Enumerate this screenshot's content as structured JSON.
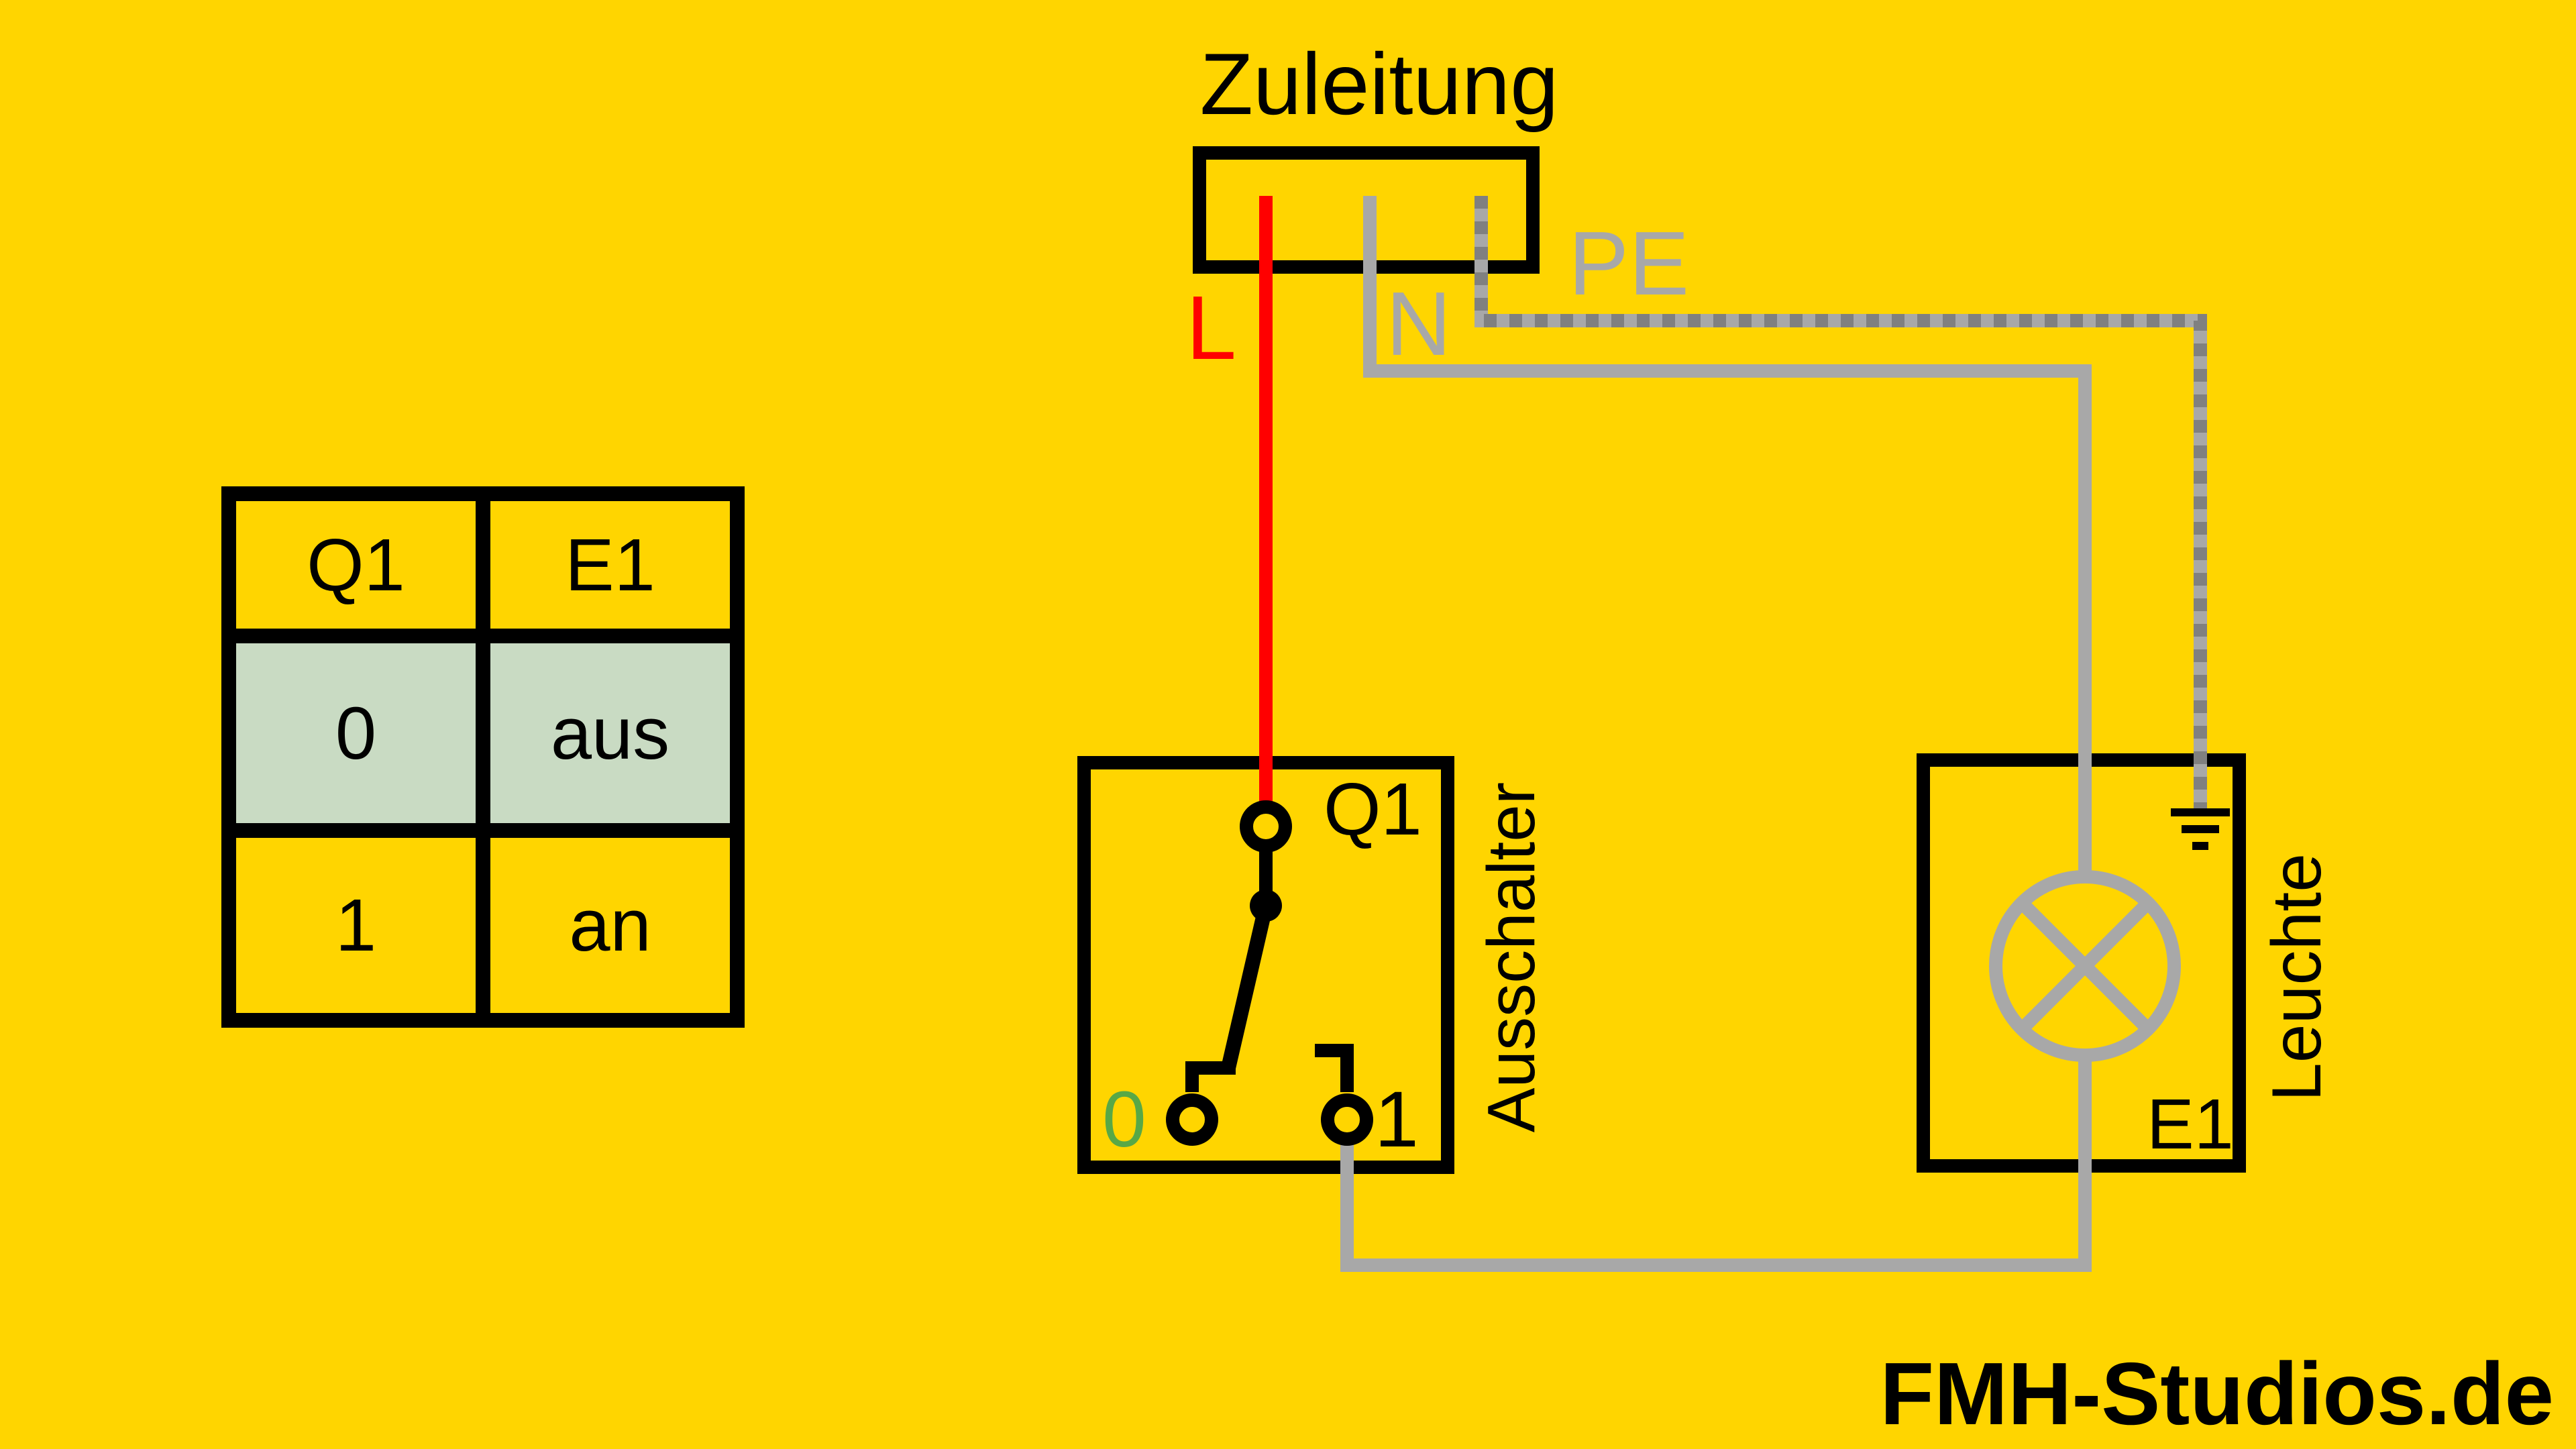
{
  "colors": {
    "background": "#FFD500",
    "line_black": "#000000",
    "wire_l_red": "#FF0000",
    "wire_gray": "#A8A8A8",
    "wire_pe_dash_gray": "#808080",
    "green_label": "#58A846",
    "table_highlight_green": "#C9DBC3"
  },
  "supply": {
    "title": "Zuleitung",
    "wires": [
      {
        "label": "L",
        "color": "#FF0000",
        "style": "solid"
      },
      {
        "label": "N",
        "color": "#A8A8A8",
        "style": "solid"
      },
      {
        "label": "PE",
        "color": "#A8A8A8",
        "style": "dashed"
      }
    ]
  },
  "switch": {
    "designation": "Q1",
    "name": "Ausschalter",
    "position_off_label": "0",
    "position_on_label": "1",
    "current_position": "0"
  },
  "lamp": {
    "designation": "E1",
    "name": "Leuchte",
    "symbol": "lamp-circle-x-icon",
    "ground_symbol": "earth-ground-icon"
  },
  "truth_table": {
    "headers": [
      "Q1",
      "E1"
    ],
    "rows": [
      {
        "q1": "0",
        "e1": "aus",
        "highlighted": true
      },
      {
        "q1": "1",
        "e1": "an",
        "highlighted": false
      }
    ]
  },
  "branding": {
    "website": "FMH-Studios.de"
  }
}
